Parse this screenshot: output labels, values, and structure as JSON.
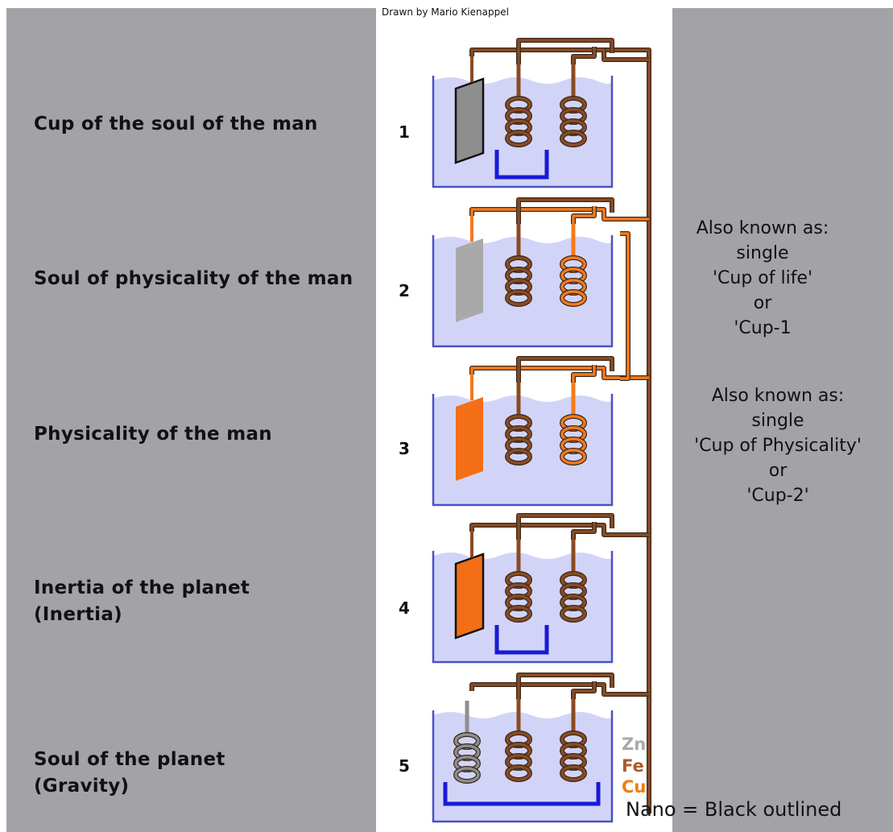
{
  "credit": "Drawn by Mario Kienappel",
  "cups": [
    {
      "number": "1",
      "label": "Cup of the soul of the man"
    },
    {
      "number": "2",
      "label": "Soul of physicality of the man"
    },
    {
      "number": "3",
      "label": "Physicality of the man"
    },
    {
      "number": "4",
      "label": "Inertia of the planet\n(Inertia)"
    },
    {
      "number": "5",
      "label": "Soul of the planet\n(Gravity)"
    }
  ],
  "aka_cup_of_life": {
    "heading": "Also known as:",
    "line2": "single",
    "line3": "'Cup of life'",
    "line4": "or",
    "line5": "'Cup-1"
  },
  "aka_cup_of_physicality": {
    "heading": "Also known as:",
    "line2": "single",
    "line3": "'Cup of Physicality'",
    "line4": "or",
    "line5": "'Cup-2'"
  },
  "legend": {
    "zn": "Zn",
    "fe": "Fe",
    "cu": "Cu",
    "nano_note": "Nano = Black outlined"
  },
  "colors": {
    "panel_gray": "#a3a2a7",
    "water": "#d2d4f7",
    "tank_outline": "#4b52c0",
    "brown_wire": "#8a4b22",
    "orange_wire": "#f47a1c",
    "zinc": "#8e8e8e",
    "copper_plate": "#f36e16",
    "blue_bridge": "#1a1ad6",
    "zn_label": "#a9a9a9",
    "fe_label": "#a85a2e",
    "cu_label": "#f07c12"
  }
}
